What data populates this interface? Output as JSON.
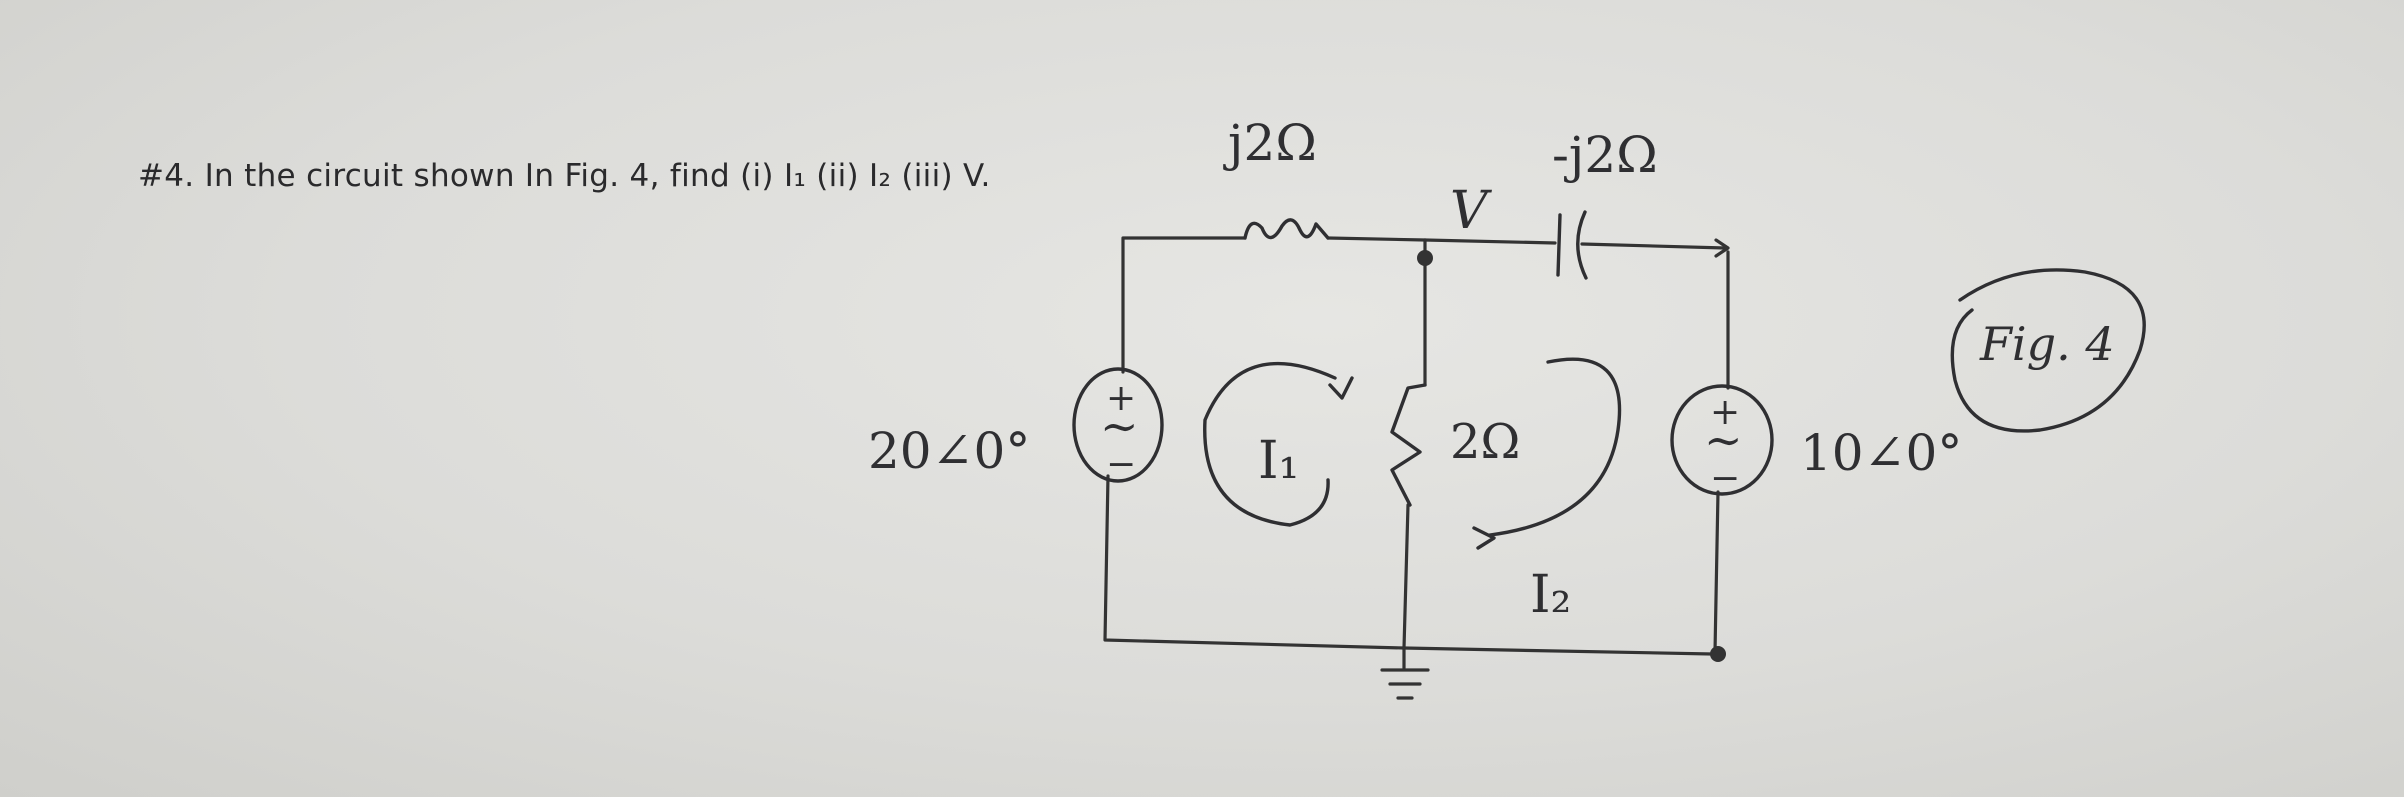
{
  "problem": {
    "text": "#4. In the circuit shown In Fig. 4, find (i) I₁ (ii) I₂ (iii) V."
  },
  "figure": {
    "label": "Fig. 4",
    "inductor_label": "j2Ω",
    "capacitor_label": "-j2Ω",
    "node_label": "V",
    "resistor_label": "2Ω",
    "left_source_label": "20∠0°",
    "right_source_label": "10∠0°",
    "mesh1_label": "I₁",
    "mesh2_label": "I₂",
    "plus_sign": "+",
    "minus_sign": "−",
    "ac_symbol": "∼"
  }
}
